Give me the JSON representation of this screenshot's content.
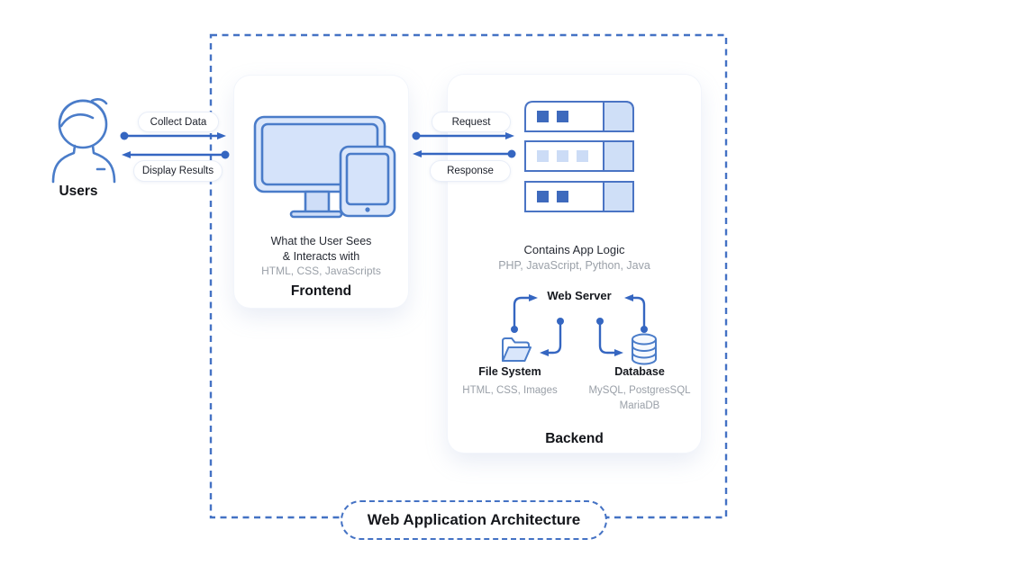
{
  "diagram": {
    "title": "Web Application Architecture"
  },
  "users": {
    "label": "Users",
    "icon": "user-icon"
  },
  "connections": {
    "collect_data": "Collect Data",
    "display_results": "Display Results",
    "request": "Request",
    "response": "Response"
  },
  "frontend": {
    "name": "Frontend",
    "description_line1": "What the User Sees",
    "description_line2": "& Interacts with",
    "technologies": "HTML, CSS, JavaScripts",
    "icon": "monitor-tablet-icon"
  },
  "backend": {
    "name": "Backend",
    "description": "Contains App Logic",
    "technologies": "PHP, JavaScript, Python, Java",
    "icon": "server-stack-icon",
    "web_server": {
      "label": "Web Server"
    },
    "file_system": {
      "label": "File System",
      "technologies": "HTML, CSS, Images",
      "icon": "folder-icon"
    },
    "database": {
      "label": "Database",
      "technologies_line1": "MySQL, PostgresSQL",
      "technologies_line2": "MariaDB",
      "icon": "database-icon"
    }
  },
  "colors": {
    "arrow_blue": "#3566c1",
    "dashed_border_blue": "#4472c4",
    "icon_stroke_blue": "#4a7cc9",
    "icon_fill_light": "#d9e6fb",
    "icon_fill_lighter": "#cfdff7",
    "server_square_dark": "#3e6abd",
    "server_square_light": "#ccdcf6",
    "text_dark": "#20242e",
    "text_gray": "#9aa0a8"
  }
}
